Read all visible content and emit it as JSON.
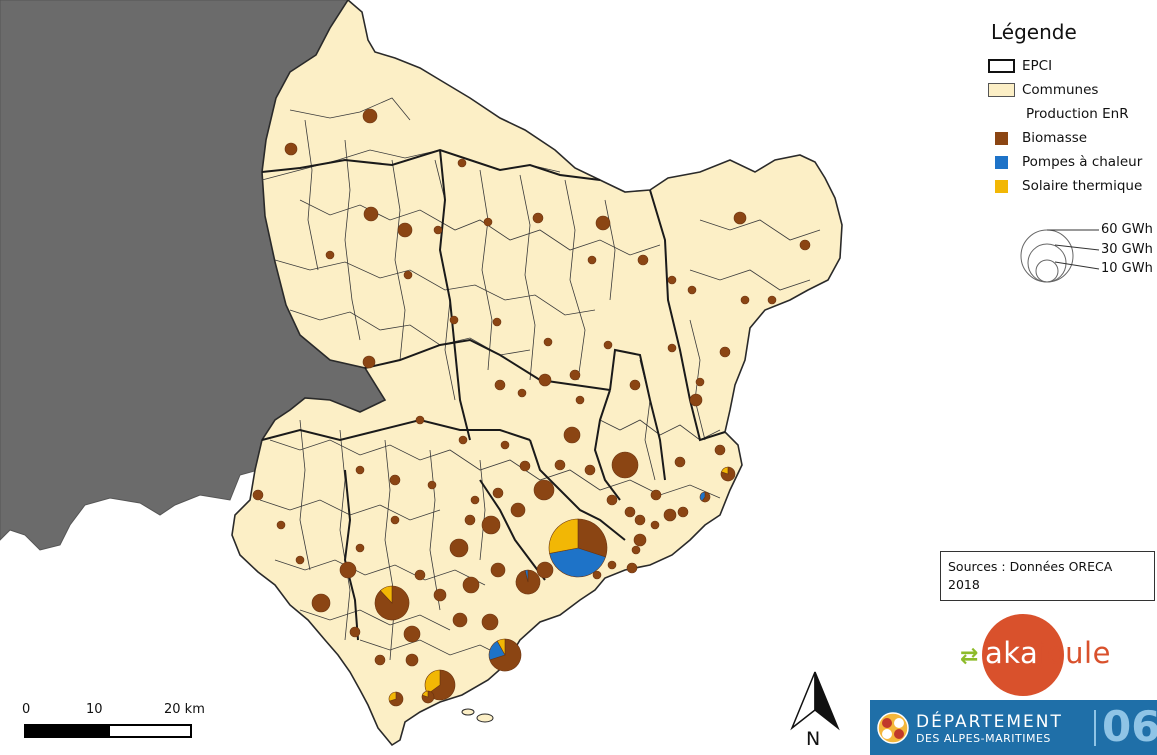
{
  "legend": {
    "title": "Légende",
    "epci": "EPCI",
    "communes": "Communes",
    "production_heading": "Production EnR",
    "categories": [
      {
        "label": "Biomasse",
        "color": "#8b4513"
      },
      {
        "label": "Pompes à chaleur",
        "color": "#1e73c8"
      },
      {
        "label": "Solaire thermique",
        "color": "#f2b705"
      }
    ],
    "size_levels": [
      "60 GWh",
      "30 GWh",
      "10 GWh"
    ]
  },
  "sources": {
    "line1": "Sources : Données ORECA",
    "line2": "2018"
  },
  "scale_bar": {
    "ticks": [
      "0",
      "10",
      "20 km"
    ]
  },
  "north_arrow": {
    "label": "N"
  },
  "logos": {
    "akajoule": {
      "part1": "aka",
      "part2": "joule",
      "arrows": "⇄"
    },
    "departement": {
      "name": "DÉPARTEMENT",
      "sub": "DES ALPES-MARITIMES",
      "number": "06"
    }
  },
  "colors": {
    "communes_fill": "#fcefc6",
    "outside_fill": "#6b6b6b",
    "boundary_line": "#2a2a2a",
    "biomasse": "#8b4513",
    "pac": "#1e73c8",
    "solaire": "#f2b705"
  }
}
